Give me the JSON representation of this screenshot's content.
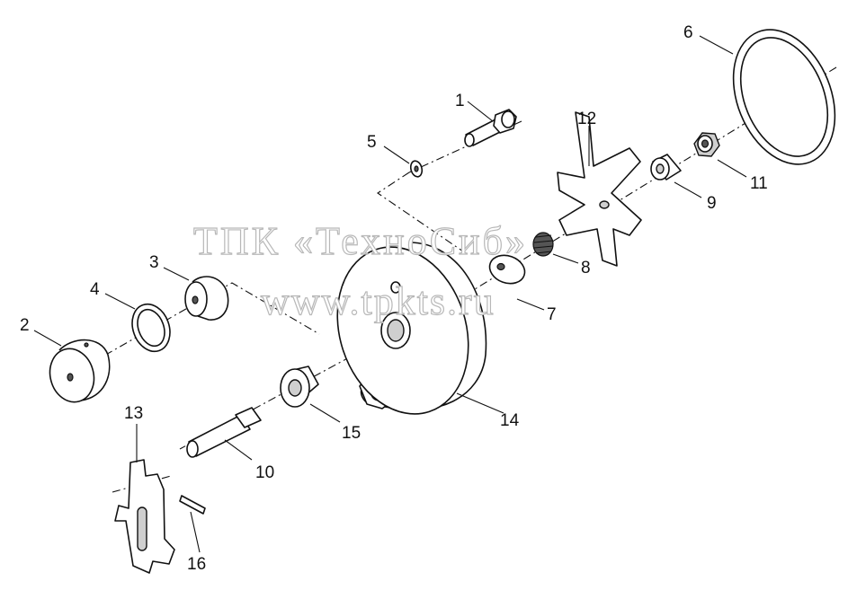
{
  "watermark": {
    "line1": "ТПК «ТехноСиб»",
    "line2": "www.tpkts.ru"
  },
  "callouts": [
    {
      "id": "1",
      "text": "1"
    },
    {
      "id": "2",
      "text": "2"
    },
    {
      "id": "3",
      "text": "3"
    },
    {
      "id": "4",
      "text": "4"
    },
    {
      "id": "5",
      "text": "5"
    },
    {
      "id": "6",
      "text": "6"
    },
    {
      "id": "7",
      "text": "7"
    },
    {
      "id": "8",
      "text": "8"
    },
    {
      "id": "9",
      "text": "9"
    },
    {
      "id": "10",
      "text": "10"
    },
    {
      "id": "11",
      "text": "11"
    },
    {
      "id": "12",
      "text": "12"
    },
    {
      "id": "13",
      "text": "13"
    },
    {
      "id": "14",
      "text": "14"
    },
    {
      "id": "15",
      "text": "15"
    },
    {
      "id": "16",
      "text": "16"
    }
  ]
}
